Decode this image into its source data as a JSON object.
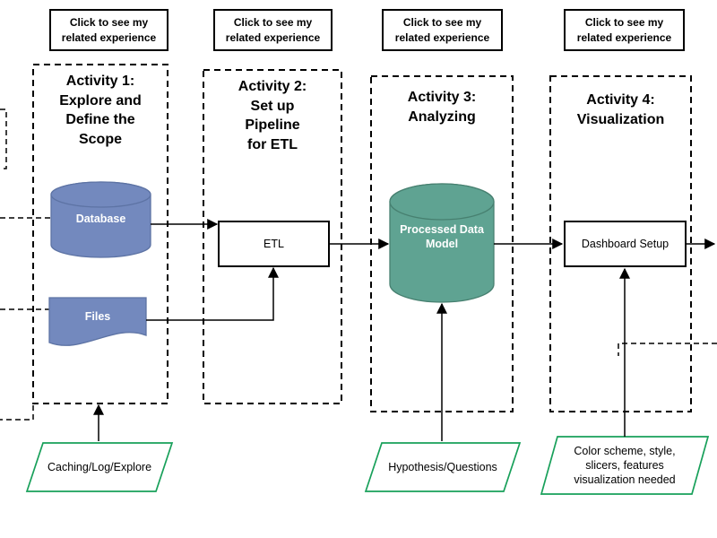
{
  "top_links": [
    {
      "label": "Click to see my\nrelated experience"
    },
    {
      "label": "Click to see my\nrelated experience"
    },
    {
      "label": "Click to see my\nrelated experience"
    },
    {
      "label": "Click to see my\nrelated experience"
    }
  ],
  "activities": [
    {
      "title": "Activity 1:\nExplore and\nDefine the\nScope"
    },
    {
      "title": "Activity 2:\nSet up\nPipeline\nfor ETL"
    },
    {
      "title": "Activity 3:\nAnalyzing"
    },
    {
      "title": "Activity 4:\nVisualization"
    }
  ],
  "nodes": {
    "database": {
      "label": "Database"
    },
    "files": {
      "label": "Files"
    },
    "etl": {
      "label": "ETL"
    },
    "processed_data_model": {
      "label": "Processed Data\nModel"
    },
    "dashboard_setup": {
      "label": "Dashboard Setup"
    }
  },
  "inputs": [
    {
      "label": "Caching/Log/Explore"
    },
    {
      "label": "Hypothesis/Questions"
    },
    {
      "label": "Color scheme, style,\nslicers, features\nvisualization needed"
    }
  ],
  "colors": {
    "node_blue": "#7389be",
    "node_teal": "#5fa392",
    "input_green": "#18a05a",
    "line_black": "#000000"
  }
}
